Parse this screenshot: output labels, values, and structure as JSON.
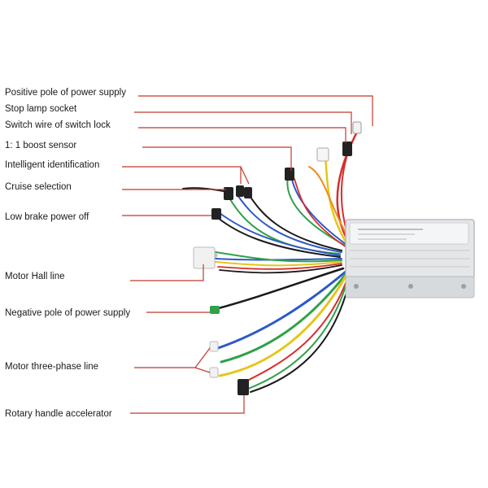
{
  "labels": {
    "positive_pole": "Positive pole of power supply",
    "stop_lamp": "Stop lamp socket",
    "switch_wire": "Switch wire of switch lock",
    "boost_sensor": "1: 1 boost sensor",
    "intelligent_id": "Intelligent identification",
    "cruise": "Cruise selection",
    "low_brake": "Low brake power off",
    "motor_hall": "Motor Hall line",
    "negative_pole": "Negative pole of power supply",
    "three_phase": "Motor three-phase line",
    "rotary_handle": "Rotary handle accelerator"
  },
  "colors": {
    "leader_line": "#c0392b",
    "controller_body": "#e4e6e8",
    "wire_red": "#d62d2d",
    "wire_yellow": "#e6c619",
    "wire_green": "#2fa14a",
    "wire_blue": "#2d58c9",
    "wire_black": "#1a1a1a",
    "wire_white": "#d8d8d8",
    "wire_orange": "#f08a1e",
    "wire_brown": "#7a4a22"
  }
}
